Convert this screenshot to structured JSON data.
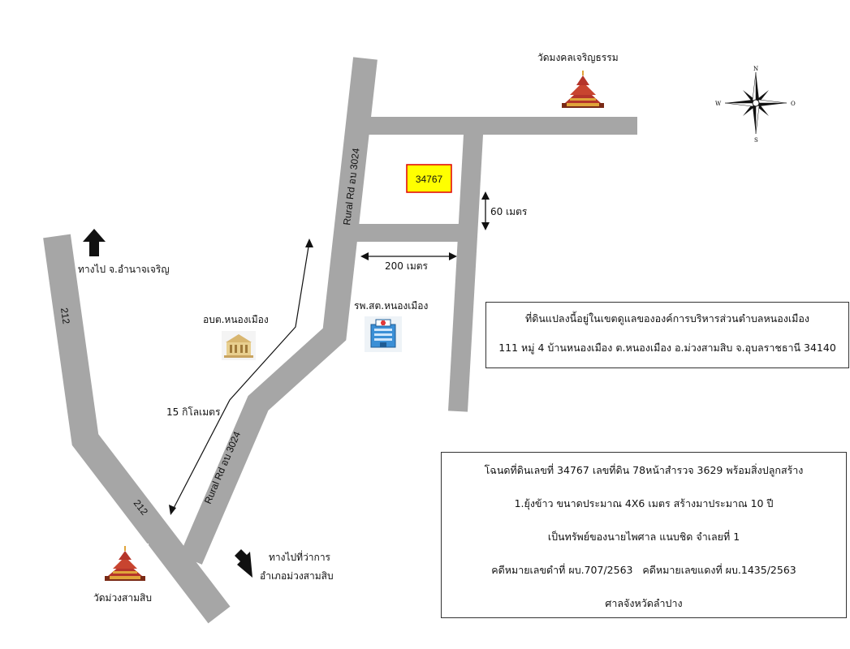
{
  "colors": {
    "road": "#a6a6a6",
    "plot_fill": "#ffff00",
    "plot_border": "#e00000",
    "temple_roof": "#b5342a",
    "temple_gold": "#e0a43a"
  },
  "places": {
    "temple_top": "วัดมงคลเจริญธรรม",
    "temple_bottom": "วัดม่วงสามสิบ",
    "sao": "อบต.หนองเมือง",
    "hospital": "รพ.สต.หนองเมือง"
  },
  "roads": {
    "rural_top": "Rural Rd อบ 3024",
    "rural_bottom": "Rural Rd อบ 3024",
    "hwy_top": "212",
    "hwy_bottom": "212"
  },
  "plot": {
    "number": "34767"
  },
  "distances": {
    "d60": "60 เมตร",
    "d200": "200 เมตร",
    "d15": "15 กิโลเมตร"
  },
  "directions": {
    "to_amnat": "ทางไป จ.อำนาจเจริญ",
    "to_district_1": "ทางไปที่ว่าการ",
    "to_district_2": "อำเภอม่วงสามสิบ"
  },
  "compass": {
    "n": "N",
    "s": "S",
    "w": "W",
    "e": "O"
  },
  "info_box_1": {
    "lines": [
      "ที่ดินแปลงนี้อยู่ในเขตดูแลขององค์การบริหารส่วนตำบลหนองเมือง",
      "111 หมู่ 4 บ้านหนองเมือง ต.หนองเมือง อ.ม่วงสามสิบ จ.อุบลราชธานี 34140"
    ]
  },
  "info_box_2": {
    "lines": [
      "โฉนดที่ดินเลขที่ 34767 เลขที่ดิน 78หน้าสำรวจ 3629 พร้อมสิ่งปลูกสร้าง",
      "1.ยุ้งข้าว ขนาดประมาณ 4X6 เมตร สร้างมาประมาณ 10 ปี",
      "เป็นทรัพย์ของนายไพศาล แนบชิด จำเลยที่ 1",
      "คดีหมายเลขดำที่ ผบ.707/2563   คดีหมายเลขแดงที่ ผบ.1435/2563",
      "ศาลจังหวัดลำปาง"
    ]
  }
}
